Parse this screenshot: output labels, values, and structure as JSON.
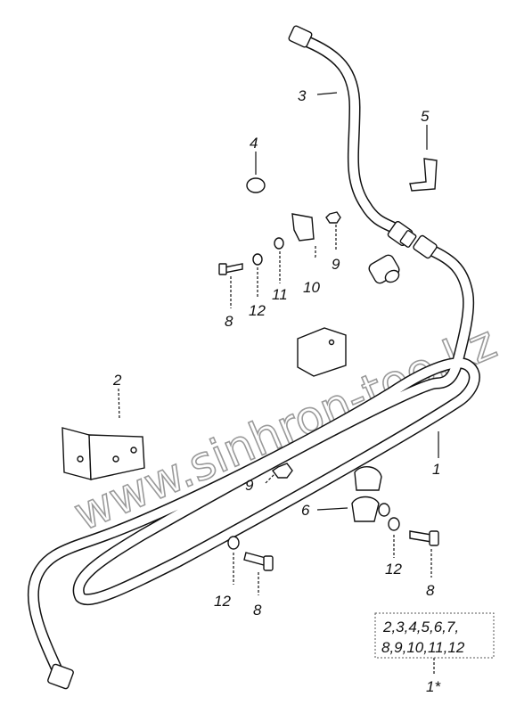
{
  "watermark": "www.sinhron-too.kz",
  "callouts": {
    "c1": "1",
    "c2": "2",
    "c3": "3",
    "c4": "4",
    "c5": "5",
    "c6": "6",
    "c8a": "8",
    "c8b": "8",
    "c8c": "8",
    "c9a": "9",
    "c9b": "9",
    "c10": "10",
    "c11": "11",
    "c12a": "12",
    "c12b": "12",
    "c12c": "12"
  },
  "kit_box": {
    "line1": "2,3,4,5,6,7,",
    "line2": "8,9,10,11,12",
    "label": "1*"
  }
}
